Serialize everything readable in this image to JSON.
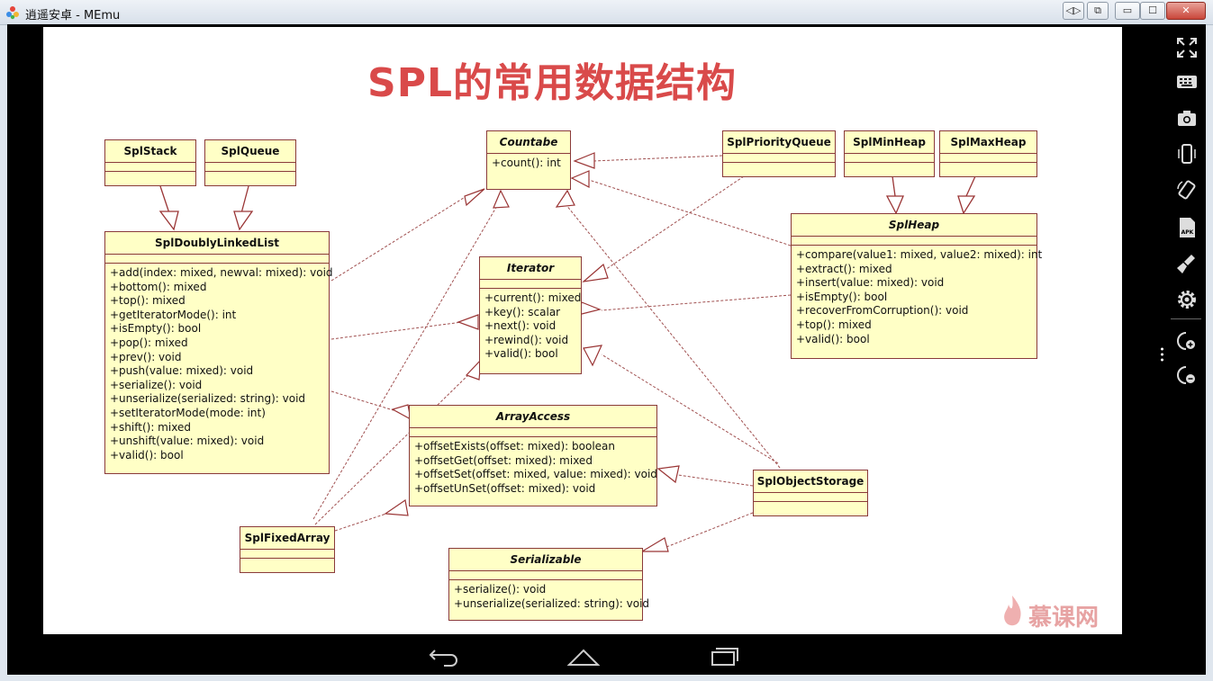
{
  "window": {
    "title": "逍遥安卓 - MEmu"
  },
  "slide": {
    "title": "SPL的常用数据结构",
    "watermark": "慕课网"
  },
  "classes": {
    "countable": {
      "name": "Countabe",
      "ops": [
        "+count(): int"
      ]
    },
    "splstack": {
      "name": "SplStack",
      "ops": []
    },
    "splqueue": {
      "name": "SplQueue",
      "ops": []
    },
    "splpriorityqueue": {
      "name": "SplPriorityQueue",
      "ops": []
    },
    "splminheap": {
      "name": "SplMinHeap",
      "ops": []
    },
    "splmaxheap": {
      "name": "SplMaxHeap",
      "ops": []
    },
    "spldoublylinkedlist": {
      "name": "SplDoublyLinkedList",
      "ops": [
        "+add(index: mixed, newval: mixed): void",
        "+bottom(): mixed",
        "+top(): mixed",
        "+getIteratorMode(): int",
        "+isEmpty(): bool",
        "+pop(): mixed",
        "+prev(): void",
        "+push(value: mixed): void",
        "+serialize(): void",
        "+unserialize(serialized: string): void",
        "+setIteratorMode(mode: int)",
        "+shift(): mixed",
        "+unshift(value: mixed): void",
        "+valid(): bool"
      ]
    },
    "iterator": {
      "name": "Iterator",
      "ops": [
        "+current(): mixed",
        "+key(): scalar",
        "+next(): void",
        "+rewind(): void",
        "+valid(): bool"
      ]
    },
    "splheap": {
      "name": "SplHeap",
      "ops": [
        "+compare(value1: mixed, value2: mixed): int",
        "+extract(): mixed",
        "+insert(value: mixed): void",
        "+isEmpty(): bool",
        "+recoverFromCorruption(): void",
        "+top(): mixed",
        "+valid(): bool"
      ]
    },
    "arrayaccess": {
      "name": "ArrayAccess",
      "ops": [
        "+offsetExists(offset: mixed): boolean",
        "+offsetGet(offset: mixed): mixed",
        "+offsetSet(offset: mixed, value: mixed): void",
        "+offsetUnSet(offset: mixed): void"
      ]
    },
    "splobjectstorage": {
      "name": "SplObjectStorage",
      "ops": []
    },
    "splfixedarray": {
      "name": "SplFixedArray",
      "ops": []
    },
    "serializable": {
      "name": "Serializable",
      "ops": [
        "+serialize(): void",
        "+unserialize(serialized: string): void"
      ]
    }
  },
  "colors": {
    "title": "#d94a4a",
    "box_fill": "#ffffc6",
    "box_border": "#8a3a3a"
  },
  "icons": {
    "sidebar": [
      "fullscreen-icon",
      "keyboard-icon",
      "camera-icon",
      "shake-icon",
      "rotate-icon",
      "apk-icon",
      "clean-icon",
      "settings-icon",
      "volume-up-icon",
      "volume-down-icon"
    ],
    "nav": [
      "back-icon",
      "home-icon",
      "recents-icon"
    ]
  }
}
